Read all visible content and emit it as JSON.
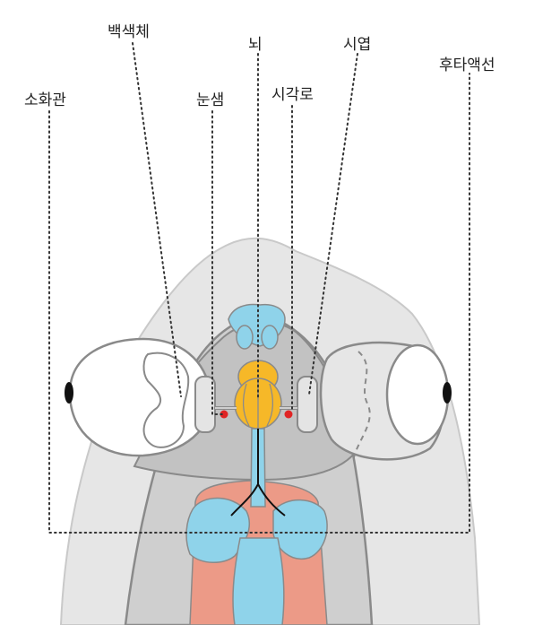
{
  "labels": {
    "digestive_tract": "소화관",
    "tapetum": "백색체",
    "eye_pit": "눈샘",
    "brain": "뇌",
    "optic_tract": "시각로",
    "optic_lobe": "시엽",
    "posterior_salivary_gland": "후타액선"
  },
  "colors": {
    "body_outer": "#e4e4e4",
    "body_inner": "#cfcfcf",
    "outline": "#8a8a8a",
    "eye_white": "#ffffff",
    "pupil": "#111111",
    "brain_blue": "#8fd3ea",
    "brain_orange": "#f6b828",
    "gland_salmon": "#ec9a87",
    "red_dot": "#e02424"
  }
}
